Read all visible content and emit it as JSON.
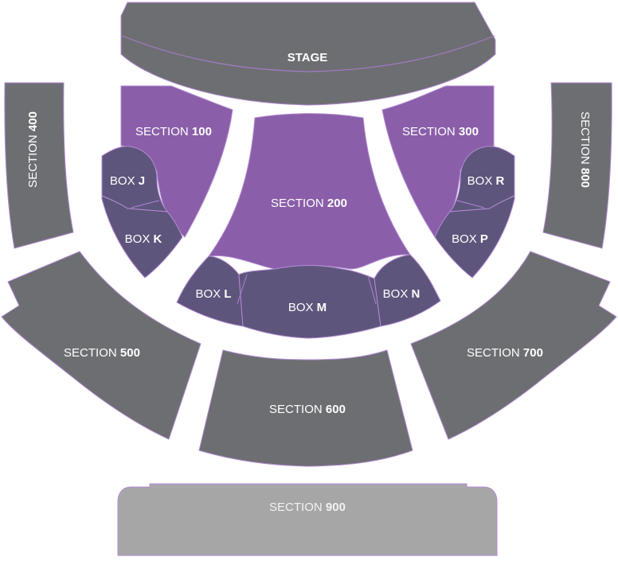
{
  "stage": {
    "label": "STAGE"
  },
  "sections": {
    "s100": {
      "word": "SECTION",
      "num": "100"
    },
    "s200": {
      "word": "SECTION",
      "num": "200"
    },
    "s300": {
      "word": "SECTION",
      "num": "300"
    },
    "s400": {
      "word": "SECTION",
      "num": "400"
    },
    "s500": {
      "word": "SECTION",
      "num": "500"
    },
    "s600": {
      "word": "SECTION",
      "num": "600"
    },
    "s700": {
      "word": "SECTION",
      "num": "700"
    },
    "s800": {
      "word": "SECTION",
      "num": "800"
    },
    "s900": {
      "word": "SECTION",
      "num": "900"
    }
  },
  "boxes": {
    "j": {
      "word": "BOX",
      "letter": "J"
    },
    "k": {
      "word": "BOX",
      "letter": "K"
    },
    "l": {
      "word": "BOX",
      "letter": "L"
    },
    "m": {
      "word": "BOX",
      "letter": "M"
    },
    "n": {
      "word": "BOX",
      "letter": "N"
    },
    "r": {
      "word": "BOX",
      "letter": "R"
    },
    "p": {
      "word": "BOX",
      "letter": "P"
    }
  },
  "colors": {
    "stage_and_sections": "#6d6e71",
    "section_900": "#a7a6a7",
    "premium_sections": "#8a5ea8",
    "boxes": "#5e557c",
    "outline": "#b28ad3"
  }
}
